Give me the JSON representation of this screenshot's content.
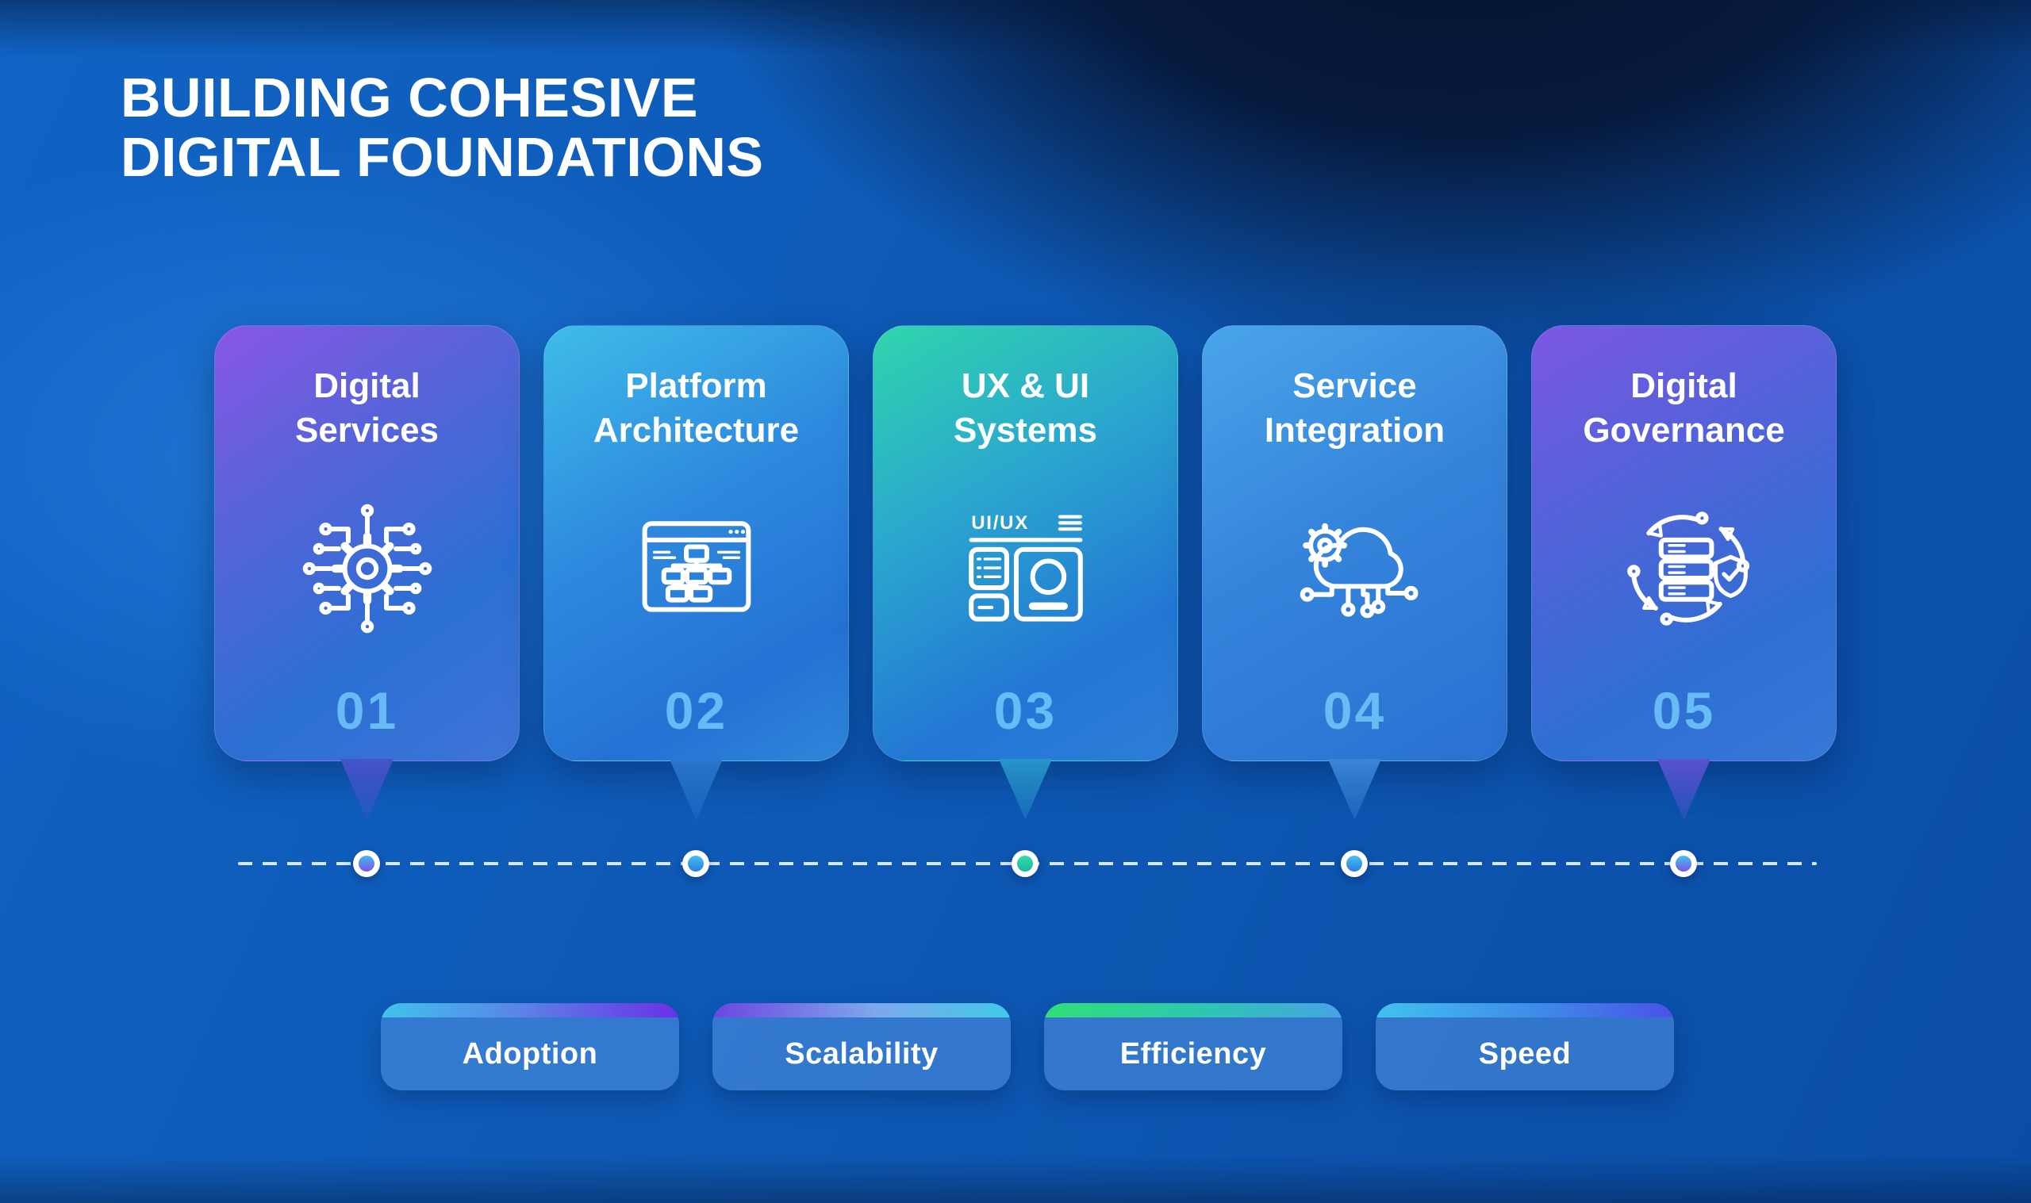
{
  "title": "BUILDING COHESIVE\nDIGITAL FOUNDATIONS",
  "cards": [
    {
      "number": "01",
      "title": "Digital Services",
      "icon": "gear-circuit-icon",
      "gradient": "linear-gradient(145deg, #8a57e6 0%, #5a63d9 30%, #2b6fd3 68%, #3f74d8 100%)",
      "tail_gradient": "linear-gradient(180deg, #4753cb 0%, rgba(71,83,203,0.3) 100%)",
      "dot_gradient": "linear-gradient(180deg, #3eb9ee 0%, #7c54e8 100%)"
    },
    {
      "number": "02",
      "title": "Platform Architecture",
      "icon": "sitemap-window-icon",
      "gradient": "linear-gradient(150deg, #3fbce9 0%, #2e8ade 42%, #2472d4 78%, #2f86da 100%)",
      "tail_gradient": "linear-gradient(180deg, #2b76cf 0%, rgba(43,118,207,0.3) 100%)",
      "dot_gradient": "linear-gradient(180deg, #41c0ee 0%, #2e7ede 100%)"
    },
    {
      "number": "03",
      "title": "UX & UI Systems",
      "icon": "uiux-wireframe-icon",
      "icon_label": "UI/UX",
      "gradient": "linear-gradient(150deg, #30d5ad 0%, #2aa6cf 38%, #2376d4 75%, #2d7ed8 100%)",
      "tail_gradient": "linear-gradient(180deg, #2795cc 0%, rgba(39,149,204,0.3) 100%)",
      "dot_gradient": "linear-gradient(180deg, #2edfa6 0%, #1cb89e 100%)"
    },
    {
      "number": "04",
      "title": "Service Integration",
      "icon": "cloud-gear-icon",
      "gradient": "linear-gradient(150deg, #4aa5e9 0%, #3585dc 45%, #2a70d2 100%)",
      "tail_gradient": "linear-gradient(180deg, #3b85d8 0%, rgba(59,133,216,0.3) 100%)",
      "dot_gradient": "linear-gradient(180deg, #43c1ee 0%, #2e7ede 100%)"
    },
    {
      "number": "05",
      "title": "Digital Governance",
      "icon": "server-shield-sync-icon",
      "gradient": "linear-gradient(150deg, #7d57e4 0%, #5a60da 28%, #2e6fd2 72%, #3678d8 100%)",
      "tail_gradient": "linear-gradient(180deg, #5953d2 0%, rgba(89,83,210,0.3) 100%)",
      "dot_gradient": "linear-gradient(180deg, #3fc4ee 0%, #7c54e8 100%)"
    }
  ],
  "pills": [
    {
      "label": "Adoption",
      "bar_gradient": "linear-gradient(90deg, #3fc4ec 0%, #5a86e6 45%, #6b2fe8 100%)"
    },
    {
      "label": "Scalability",
      "bar_gradient": "linear-gradient(90deg, #6b46e2 0%, #7ea8ec 55%, #3fc9e9 100%)"
    },
    {
      "label": "Efficiency",
      "bar_gradient": "linear-gradient(90deg, #30e075 0%, #2cc9ad 50%, #47a3e5 100%)"
    },
    {
      "label": "Speed",
      "bar_gradient": "linear-gradient(90deg, #41c2ee 0%, #3f8ae8 55%, #4a51e9 100%)"
    }
  ],
  "colors": {
    "background_blue": "#0d57b2",
    "background_dark_navy": "#03102b",
    "text_white": "#ffffff",
    "number_light_blue": "#78d0ff",
    "timeline_dash": "#ffffff"
  }
}
